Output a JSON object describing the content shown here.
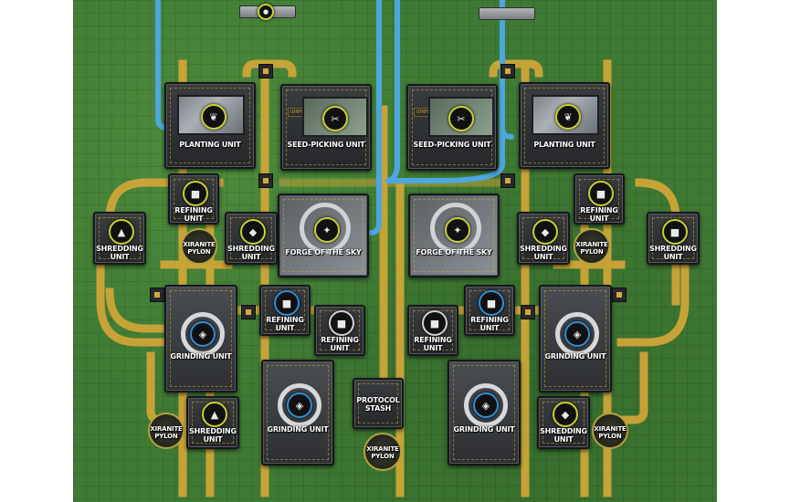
{
  "colors": {
    "grass": "#3f7a34",
    "belt": "#d6a838",
    "pipe": "#4da6e0",
    "building": "#2f3236",
    "icon_ring_yellow": "#c9d130",
    "icon_ring_blue": "#2c8fd8"
  },
  "buildings": {
    "planting_left": "PLANTING UNIT",
    "seed_left": "SEED-PICKING UNIT",
    "seed_right": "SEED-PICKING UNIT",
    "planting_right": "PLANTING UNIT",
    "forge_left": "FORGE OF THE SKY",
    "forge_right": "FORGE OF THE SKY",
    "refining_1": "REFINING UNIT",
    "refining_2": "REFINING UNIT",
    "refining_3": "REFINING UNIT",
    "refining_4": "REFINING UNIT",
    "refining_5": "REFINING UNIT",
    "refining_6": "REFINING UNIT",
    "shredding_1": "SHREDDING UNIT",
    "shredding_2": "SHREDDING UNIT",
    "shredding_3": "SHREDDING UNIT",
    "shredding_4": "SHREDDING UNIT",
    "shredding_5": "SHREDDING UNIT",
    "shredding_6": "SHREDDING UNIT",
    "pylon_1": "XIRANITE PYLON",
    "pylon_2": "XIRANITE PYLON",
    "pylon_3": "XIRANITE PYLON",
    "pylon_4": "XIRANITE PYLON",
    "pylon_5": "XIRANITE PYLON",
    "grinding_1": "GRINDING UNIT",
    "grinding_2": "GRINDING UNIT",
    "grinding_3": "GRINDING UNIT",
    "grinding_4": "GRINDING UNIT",
    "stash": "PROTOCOL STASH"
  },
  "icons": {
    "planting": "sprout-icon",
    "seed": "scissors-icon",
    "forge": "crystal-gear-icon",
    "refining": "ore-chunk-icon",
    "shredding": "ore-chunk-icon",
    "grinding": "crystal-icon",
    "pylon": "energy-pylon-icon"
  },
  "tag_text": "IDNFMGM"
}
